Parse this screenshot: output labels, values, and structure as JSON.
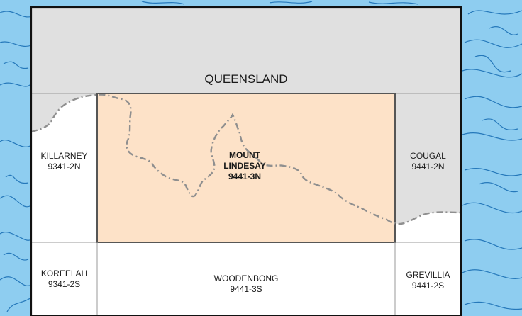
{
  "map": {
    "colors": {
      "sea": "#8ecdf0",
      "contour": "#1a6fb5",
      "queensland_fill": "#e0e0e0",
      "nsw_fill": "#ffffff",
      "highlight_fill": "#fde2c8",
      "border_dash": "#8f8f8f",
      "frame": "#111111"
    },
    "region_label": "QUEENSLAND",
    "highlight_sheet": {
      "name_line1": "MOUNT",
      "name_line2": "LINDESAY",
      "code": "9441-3N"
    },
    "sheets": [
      {
        "id": "killarney",
        "name": "KILLARNEY",
        "code": "9341-2N"
      },
      {
        "id": "cougal",
        "name": "COUGAL",
        "code": "9441-2N"
      },
      {
        "id": "koreelah",
        "name": "KOREELAH",
        "code": "9341-2S"
      },
      {
        "id": "woodenbong",
        "name": "WOODENBONG",
        "code": "9441-3S"
      },
      {
        "id": "grevillia",
        "name": "GREVILLIA",
        "code": "9441-2S"
      }
    ]
  }
}
